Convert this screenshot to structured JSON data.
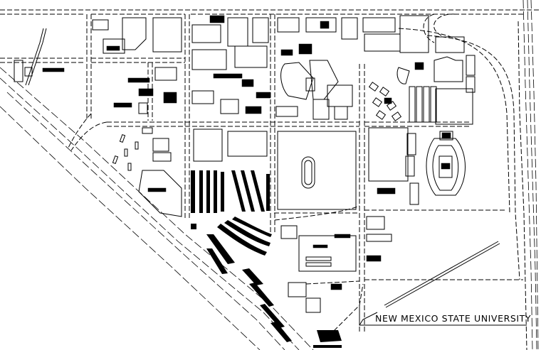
{
  "map": {
    "title": "NEW MEXICO STATE UNIVERSITY",
    "type": "campus-map",
    "colors": {
      "background": "#ffffff",
      "linework": "#000000"
    },
    "features": [
      "roads",
      "buildings",
      "parking-lots",
      "football-stadium",
      "running-track",
      "railroad",
      "highway"
    ]
  }
}
